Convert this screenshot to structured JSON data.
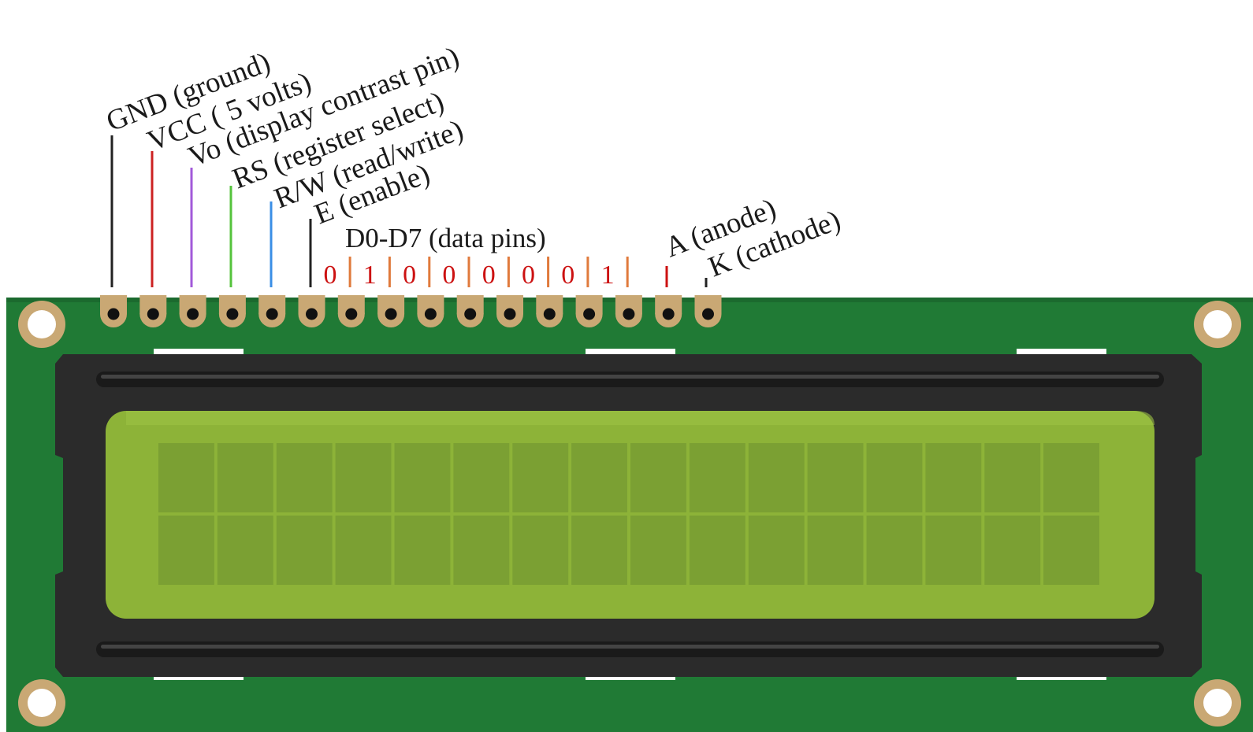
{
  "pin_labels": [
    "GND (ground)",
    "VCC ( 5 volts)",
    "Vo (display contrast pin)",
    "RS (register select)",
    "R/W (read/write)",
    "E (enable)",
    "A (anode)",
    "K (cathode)"
  ],
  "data_pins_label": "D0-D7 (data pins)",
  "data_bits": [
    "0",
    "1",
    "0",
    "0",
    "0",
    "0",
    "0",
    "1"
  ],
  "colors": {
    "wire_gnd": "#222222",
    "wire_vcc": "#cc2222",
    "wire_vo": "#a259d9",
    "wire_rs": "#55c33c",
    "wire_rw": "#3a8ee6",
    "wire_e": "#222222",
    "wire_data_separator": "#e07a3c",
    "bit_text": "#cc1111",
    "wire_anode": "#cc1111",
    "pcb": "#207a35",
    "bezel": "#2b2b2b",
    "lcd_glass": "#8db338",
    "lcd_cell": "#7ba033"
  },
  "lcd": {
    "rows": 2,
    "columns": 16
  },
  "pin_count": 16
}
